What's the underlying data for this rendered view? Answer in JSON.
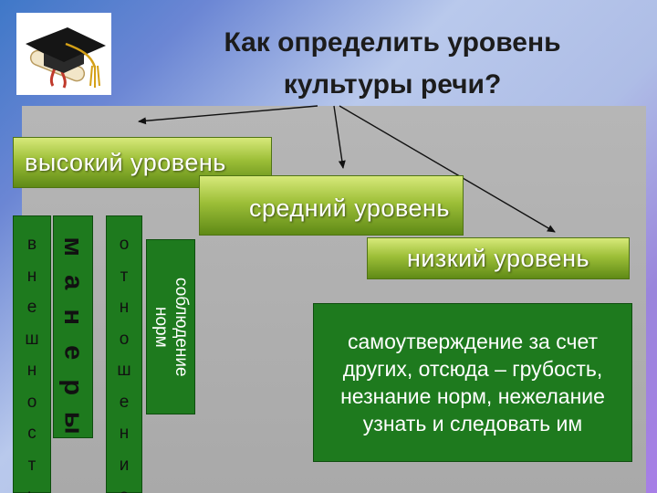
{
  "title": {
    "line1": "Как определить уровень",
    "line2": "культуры речи?"
  },
  "levels": {
    "high": "высокий уровень",
    "medium": "средний уровень",
    "low": "низкий уровень"
  },
  "columns": {
    "vneshnost": [
      "в",
      "н",
      "е",
      "ш",
      "н",
      "о",
      "с",
      "т",
      "ь"
    ],
    "manery": [
      "м",
      "а",
      "н",
      "е",
      "р",
      "ы"
    ],
    "otnoshenie": [
      "о",
      "т",
      "н",
      "о",
      "ш",
      "е",
      "н",
      "и",
      "е"
    ],
    "norms": [
      "соблюдение",
      "норм"
    ]
  },
  "description": "самоутверждение за счет других, отсюда – грубость, незнание норм, нежелание узнать и следовать им",
  "colors": {
    "box_green": "#1e7a1e",
    "level_green": "#9dbf38",
    "panel_gray": "#aaaaaa"
  },
  "icons": [
    "graduation-cap-icon",
    "diploma-scroll-icon"
  ]
}
